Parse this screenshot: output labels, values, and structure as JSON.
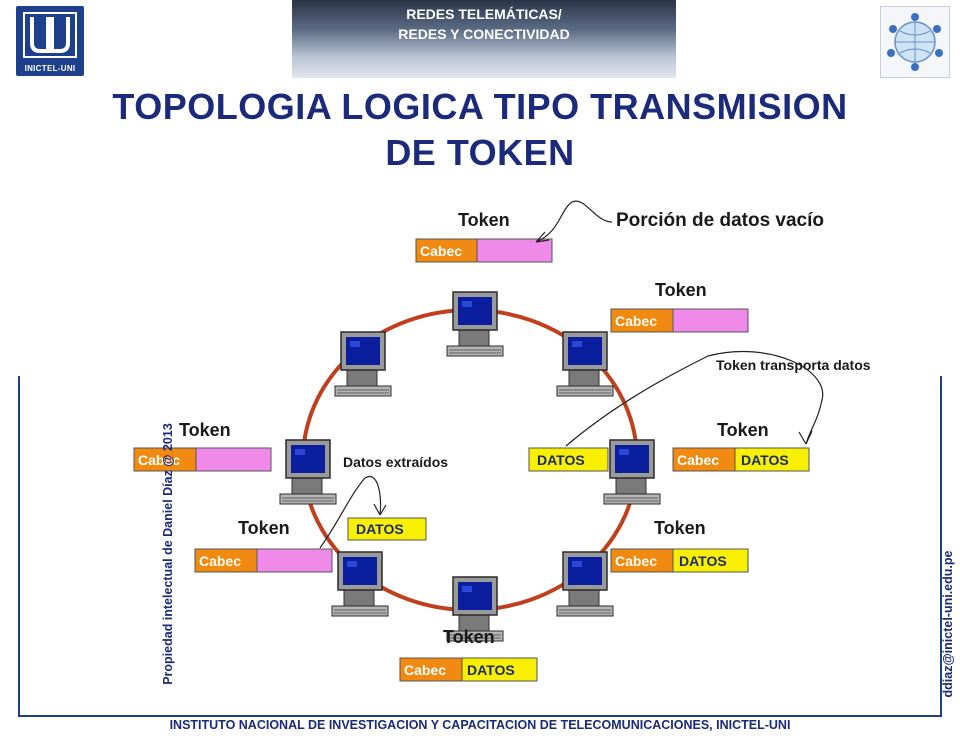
{
  "header": {
    "banner_line1": "REDES TELEMÁTICAS/",
    "banner_line2": "REDES Y CONECTIVIDAD",
    "logo_left_text": "INICTEL-UNI"
  },
  "title": {
    "line1": "TOPOLOGIA LOGICA TIPO TRANSMISION",
    "line2": "DE TOKEN"
  },
  "side_left_text": "Propiedad intelectual de Daniel Díaz @ 2013",
  "side_right_text": "ddiaz@inictel-uni.edu.pe",
  "footer_text": "INSTITUTO NACIONAL DE INVESTIGACION Y CAPACITACION DE TELECOMUNICACIONES, INICTEL-UNI",
  "colors": {
    "ring": "#c0401e",
    "cabec": "#f08a10",
    "empty": "#f08ae8",
    "datos": "#f8f000",
    "title": "#1b2a7a"
  },
  "tokens": [
    {
      "label": "Token",
      "cabec": "Cabec",
      "datos": ""
    },
    {
      "label": "Token",
      "cabec": "Cabec",
      "datos": ""
    },
    {
      "label": "Token",
      "cabec": "Cabec",
      "datos": ""
    },
    {
      "label": "Token",
      "cabec": "Cabec",
      "datos": "DATOS"
    },
    {
      "label": "Token",
      "cabec": "Cabec",
      "datos": ""
    },
    {
      "label": "Token",
      "cabec": "Cabec",
      "datos": "DATOS"
    },
    {
      "label": "Token",
      "cabec": "Cabec",
      "datos": "DATOS"
    }
  ],
  "annotations": {
    "empty_portion": "Porción de datos vacío",
    "carries_data": "Token transporta datos",
    "extracted": "Datos extraídos"
  },
  "floating_data": [
    {
      "text": "DATOS"
    },
    {
      "text": "DATOS"
    }
  ]
}
